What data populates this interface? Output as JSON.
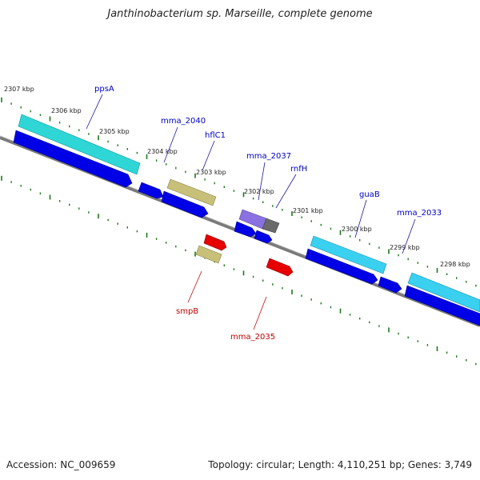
{
  "title": "Janthinobacterium sp. Marseille, complete genome",
  "footer": {
    "accession": "Accession: NC_009659",
    "summary": "Topology: circular; Length: 4,110,251 bp; Genes: 3,749"
  },
  "colors": {
    "backbone": "#808080",
    "tick": "#1a7a1a",
    "forward_gene": "#0000e6",
    "reverse_gene": "#e60000",
    "label_forward": "#0000c0",
    "label_reverse": "#c00000"
  },
  "ruler": {
    "labels": [
      "2307 kbp",
      "2306 kbp",
      "2305 kbp",
      "2304 kbp",
      "2303 kbp",
      "2302 kbp",
      "2301 kbp",
      "2300 kbp",
      "2299 kbp",
      "2298 kbp"
    ]
  },
  "feature_labels": {
    "forward": [
      "ppsA",
      "mma_2040",
      "hflC1",
      "mma_2037",
      "rnfH",
      "guaB",
      "mma_2033"
    ],
    "reverse": [
      "smpB",
      "mma_2035"
    ]
  }
}
